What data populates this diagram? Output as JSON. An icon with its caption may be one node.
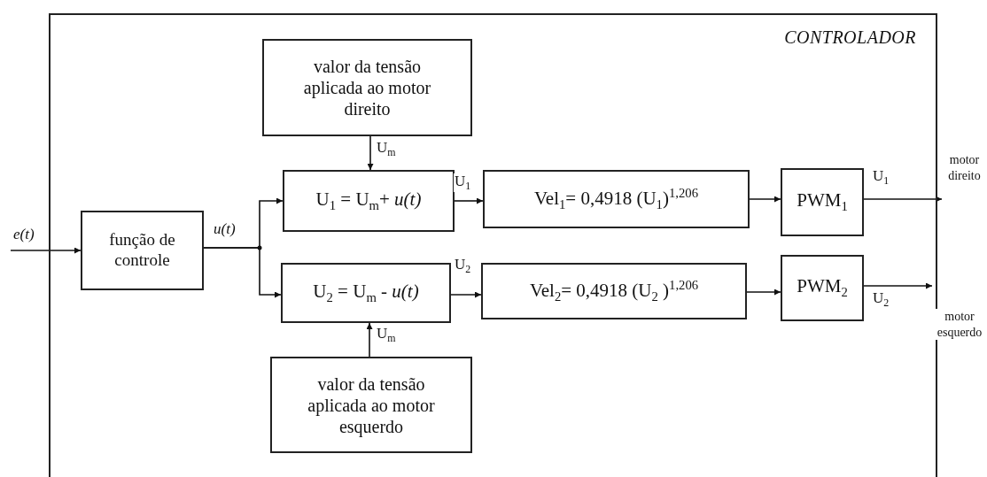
{
  "diagram": {
    "nodes": [
      {
        "text": [
          "CONTROLADOR"
        ]
      },
      {
        "text": [
          "valor da tensão aplicada ao motor direito"
        ],
        "in": 0
      },
      {
        "text": [
          "função de controle"
        ],
        "in": 0
      },
      {
        "text": [
          "U$_{1}$ = U$_{m}$+ *u(t)*"
        ],
        "in": 0
      },
      {
        "text": [
          "U$_{2}$ = U$_{m}$ - *u(t)*"
        ],
        "in": 0
      },
      {
        "text": [
          "valor da tensão aplicada ao motor esquerdo"
        ],
        "in": 0
      },
      {
        "text": [
          "Vel$_{1}$= 0,4918 (U$_{1}$)$^{1,206}$"
        ],
        "in": 0
      },
      {
        "text": [
          "Vel$_{2}$= 0,4918 (U$_{2}$ )$^{1,206}$"
        ],
        "in": 0
      },
      {
        "text": [
          "PWM$_{1}$"
        ],
        "in": 0
      },
      {
        "text": [
          "PWM$_{2}$"
        ],
        "in": 0
      },
      {
        "text": [
          "motor direito"
        ]
      },
      {
        "text": [
          "motor esquerdo"
        ]
      }
    ],
    "edges": [
      {
        "from": null,
        "to": 2,
        "arrow": "to",
        "label": "e(t)"
      },
      {
        "from": 1,
        "to": 3,
        "arrow": "to",
        "label": "U$_{m}$"
      },
      {
        "from": 2,
        "to": 3,
        "arrow": "to",
        "label": "u(t)"
      },
      {
        "from": 2,
        "to": 4,
        "arrow": "to"
      },
      {
        "from": 5,
        "to": 4,
        "arrow": "to",
        "label": "U$_{m}$"
      },
      {
        "from": 3,
        "to": 6,
        "arrow": "to",
        "label": "U$_{1}$"
      },
      {
        "from": 4,
        "to": 7,
        "arrow": "to",
        "label": "U$_{2}$"
      },
      {
        "from": 6,
        "to": 8,
        "arrow": "to"
      },
      {
        "from": 7,
        "to": 9,
        "arrow": "to"
      },
      {
        "from": 8,
        "to": 10,
        "arrow": "to",
        "label": "U$_{1}$"
      },
      {
        "from": 9,
        "to": 11,
        "arrow": "to",
        "label": "U$_{2}$"
      }
    ]
  }
}
